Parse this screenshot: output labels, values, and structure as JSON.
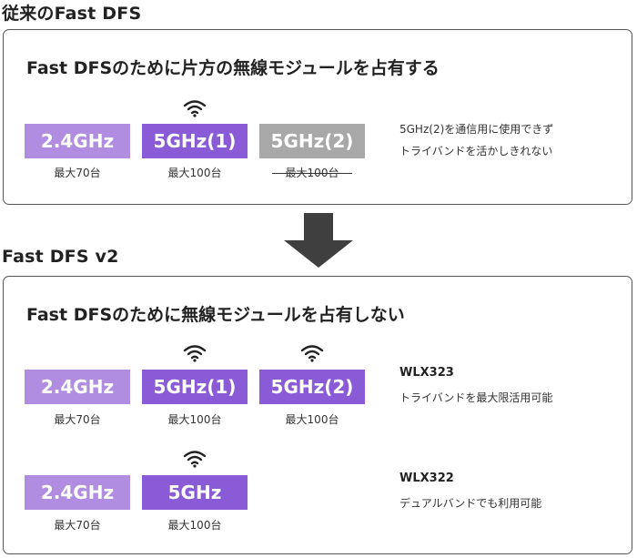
{
  "sections": {
    "old_title": "従来のFast DFS",
    "new_title": "Fast DFS v2"
  },
  "panel1": {
    "heading": "Fast DFSのために片方の無線モジュールを占有する",
    "bands": [
      {
        "label": "2.4GHz",
        "caption": "最大70台"
      },
      {
        "label": "5GHz(1)",
        "caption": "最大100台"
      },
      {
        "label": "5GHz(2)",
        "caption": "最大100台"
      }
    ],
    "note_line1": "5GHz(2)を通信用に使用できず",
    "note_line2": "トライバンドを活かしきれない"
  },
  "panel2": {
    "heading": "Fast DFSのために無線モジュールを占有しない",
    "row1": {
      "bands": [
        {
          "label": "2.4GHz",
          "caption": "最大70台"
        },
        {
          "label": "5GHz(1)",
          "caption": "最大100台"
        },
        {
          "label": "5GHz(2)",
          "caption": "最大100台"
        }
      ],
      "model": "WLX323",
      "note": "トライバンドを最大限活用可能"
    },
    "row2": {
      "bands": [
        {
          "label": "2.4GHz",
          "caption": "最大70台"
        },
        {
          "label": "5GHz",
          "caption": "最大100台"
        }
      ],
      "model": "WLX322",
      "note": "デュアルバンドでも利用可能"
    }
  },
  "icons": {
    "wifi": "wifi-icon",
    "arrow": "down-arrow-icon"
  },
  "colors": {
    "band_light": "#b08de0",
    "band_dark": "#8a5bd6",
    "band_disabled": "#a8a8a8",
    "arrow": "#3f3f3f",
    "border": "#555555"
  }
}
